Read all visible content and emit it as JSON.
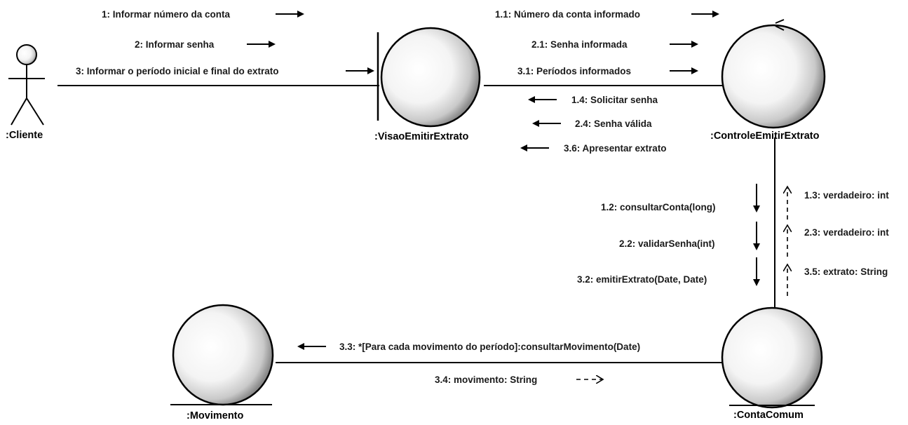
{
  "objects": {
    "cliente": ":Cliente",
    "visao": ":VisaoEmitirExtrato",
    "controle": ":ControleEmitirExtrato",
    "conta": ":ContaComum",
    "movimento": ":Movimento"
  },
  "messages": {
    "m1": "1: Informar número da conta",
    "m2": "2: Informar senha",
    "m3": "3: Informar o período inicial e final do extrato",
    "m1_1": "1.1: Número da conta informado",
    "m2_1": "2.1: Senha informada",
    "m3_1": "3.1: Períodos informados",
    "m1_4": "1.4: Solicitar senha",
    "m2_4": "2.4: Senha válida",
    "m3_6": "3.6: Apresentar extrato",
    "m1_2": "1.2: consultarConta(long)",
    "m2_2": "2.2: validarSenha(int)",
    "m3_2": "3.2: emitirExtrato(Date, Date)",
    "m1_3": "1.3: verdadeiro: int",
    "m2_3": "2.3: verdadeiro: int",
    "m3_5": "3.5: extrato: String",
    "m3_3": "3.3: *[Para cada movimento do período]:consultarMovimento(Date)",
    "m3_4": "3.4: movimento: String"
  }
}
